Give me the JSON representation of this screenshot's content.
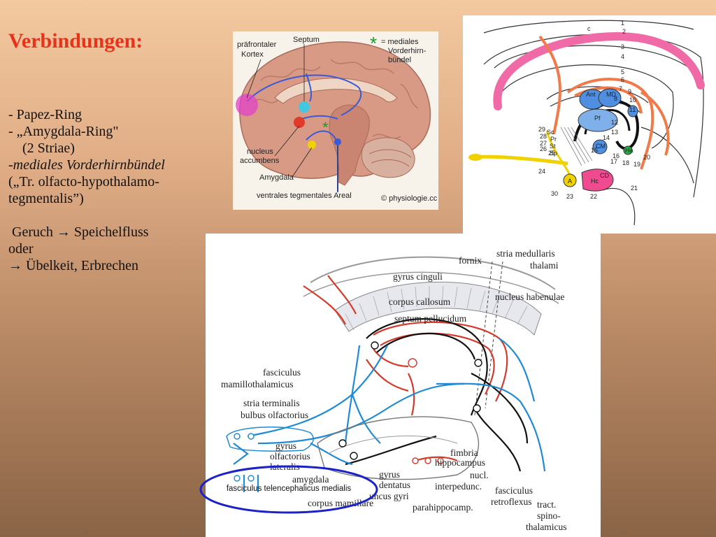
{
  "slide": {
    "title": "Verbindungen:",
    "lines": [
      {
        "text": "- Papez-Ring",
        "italic": false
      },
      {
        "text": "- „Amygdala-Ring\"",
        "italic": false
      },
      {
        "text": "    (2 Striae)",
        "italic": false
      },
      {
        "text": "-mediales Vorderhirnbündel",
        "italic": true
      },
      {
        "text": "(„Tr. olfacto-hypothalamo-",
        "italic": false
      },
      {
        "text": "tegmentalis”)",
        "italic": false
      },
      {
        "text": " ",
        "italic": false
      },
      {
        "text": " Geruch → Speichelfluss",
        "italic": false
      },
      {
        "text": "oder",
        "italic": false
      },
      {
        "text": "→ Übelkeit, Erbrechen",
        "italic": false
      }
    ]
  },
  "panel1": {
    "labels": {
      "praefrontal": "präfrontaler",
      "kortex": "Kortex",
      "septum": "Septum",
      "star": "*",
      "legend1": "= mediales",
      "legend2": "Vorderhirn-",
      "legend3": "bündel",
      "nucleus": "nucleus",
      "accumbens": "accumbens",
      "amygdala": "Amygdala",
      "vta": "ventrales tegmentales Areal",
      "copyright": "© physiologie.cc"
    }
  },
  "panel2": {
    "numbers": [
      "1",
      "2",
      "3",
      "4",
      "5",
      "6",
      "7",
      "8",
      "9",
      "10",
      "11",
      "12",
      "13",
      "14",
      "15",
      "16",
      "17",
      "18",
      "19",
      "20",
      "21",
      "22",
      "23",
      "24",
      "25",
      "26",
      "27",
      "28",
      "29",
      "30"
    ],
    "small_labels": [
      "c",
      "Ant",
      "MD",
      "Pf",
      "CM",
      "Hc",
      "CD",
      "Pr",
      "Sc",
      "St",
      "Sp",
      "Ha",
      "A"
    ]
  },
  "panel3": {
    "labels": {
      "fornix": "fornix",
      "stria_med1": "stria medullaris",
      "stria_med2": "thalami",
      "gyrus_cinguli": "gyrus  cinguli",
      "corpus_callosum": "corpus    callosum",
      "nucleus_habenulae": "nucleus habenulae",
      "septum": "septum pellucidum",
      "fasc_mam1": "fasciculus",
      "fasc_mam2": "mamillothalamicus",
      "stria_term": "stria terminalis",
      "bulbus": "bulbus olfactorius",
      "gyrus_olf1": "gyrus",
      "gyrus_olf2": "olfactorius",
      "gyrus_olf3": "lateralis",
      "amygdala": "amygdala",
      "fimbria": "fimbria",
      "hippocampus": "hippocampus",
      "nucl1": "nucl.",
      "nucl2": "interpedunc.",
      "gyrus_dent1": "gyrus",
      "gyrus_dent2": "dentatus",
      "uncus": "uncus gyri",
      "parahippo": "parahippocamp.",
      "corpus_mam": "corpus mamillare",
      "fasc_retro1": "fasciculus",
      "fasc_retro2": "retroflexus",
      "tract1": "tract.",
      "tract2": "spino-",
      "tract3": "thalamicus",
      "highlight": "fasciculus telencephalicus medialis"
    },
    "colors": {
      "red": "#d43a2c",
      "blue": "#1f8ad6",
      "black": "#111111",
      "highlight": "#1a22c8"
    }
  }
}
